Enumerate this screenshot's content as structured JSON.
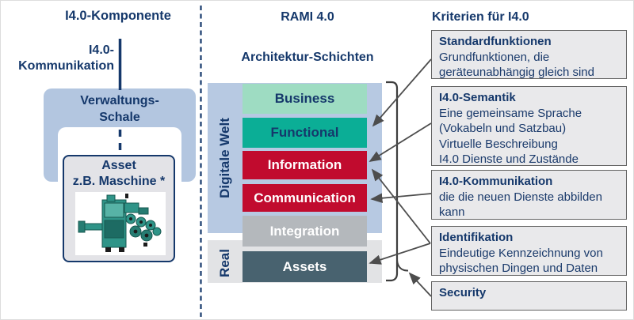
{
  "left": {
    "title": "I4.0-Komponente",
    "comm_label_line1": "I4.0-",
    "comm_label_line2": "Kommunikation",
    "shell_line1": "Verwaltungs-",
    "shell_line2": "Schale",
    "asset_line1": "Asset",
    "asset_line2": "z.B. Maschine *",
    "machine_icon": "industrial-machine-photo"
  },
  "middle": {
    "title": "RAMI 4.0",
    "subtitle": "Architektur-Schichten",
    "digital_world_label": "Digitale Welt",
    "real_label": "Real",
    "layers": [
      {
        "label": "Business",
        "color": "#9edcc2",
        "text_color": "#15386b"
      },
      {
        "label": "Functional",
        "color": "#0bae96",
        "text_color": "#15386b"
      },
      {
        "label": "Information",
        "color": "#c10b2e",
        "text_color": "#ffffff"
      },
      {
        "label": "Communication",
        "color": "#c10b2e",
        "text_color": "#ffffff"
      },
      {
        "label": "Integration",
        "color": "#b4b8bc",
        "text_color": "#ffffff"
      },
      {
        "label": "Assets",
        "color": "#48626f",
        "text_color": "#ffffff"
      }
    ]
  },
  "right": {
    "title": "Kriterien für I4.0",
    "boxes": [
      {
        "title": "Standardfunktionen",
        "lines": [
          "Grundfunktionen, die",
          "geräteunabhängig gleich sind"
        ]
      },
      {
        "title": "I4.0-Semantik",
        "lines": [
          "Eine gemeinsame Sprache",
          "(Vokabeln und Satzbau)",
          "Virtuelle Beschreibung",
          "I4.0 Dienste und Zustände"
        ]
      },
      {
        "title": "I4.0-Kommunikation",
        "lines": [
          "die die neuen Dienste abbilden",
          "kann"
        ]
      },
      {
        "title": "Identifikation",
        "lines": [
          "Eindeutige Kennzeichnung von",
          "physischen Dingen und Daten"
        ]
      },
      {
        "title": "Security",
        "lines": []
      }
    ]
  },
  "colors": {
    "navy": "#15386b",
    "arrow_grey": "#4d4d4d",
    "shell_blue": "#b3c6e0",
    "digital_world_bg": "#b7c9e2",
    "real_bg": "#e2e3e5",
    "criteria_box_bg": "#e9e9eb",
    "criteria_box_border": "#636363",
    "asset_box_bg": "#e3e3e7",
    "machine_teal": "#2f9488"
  }
}
